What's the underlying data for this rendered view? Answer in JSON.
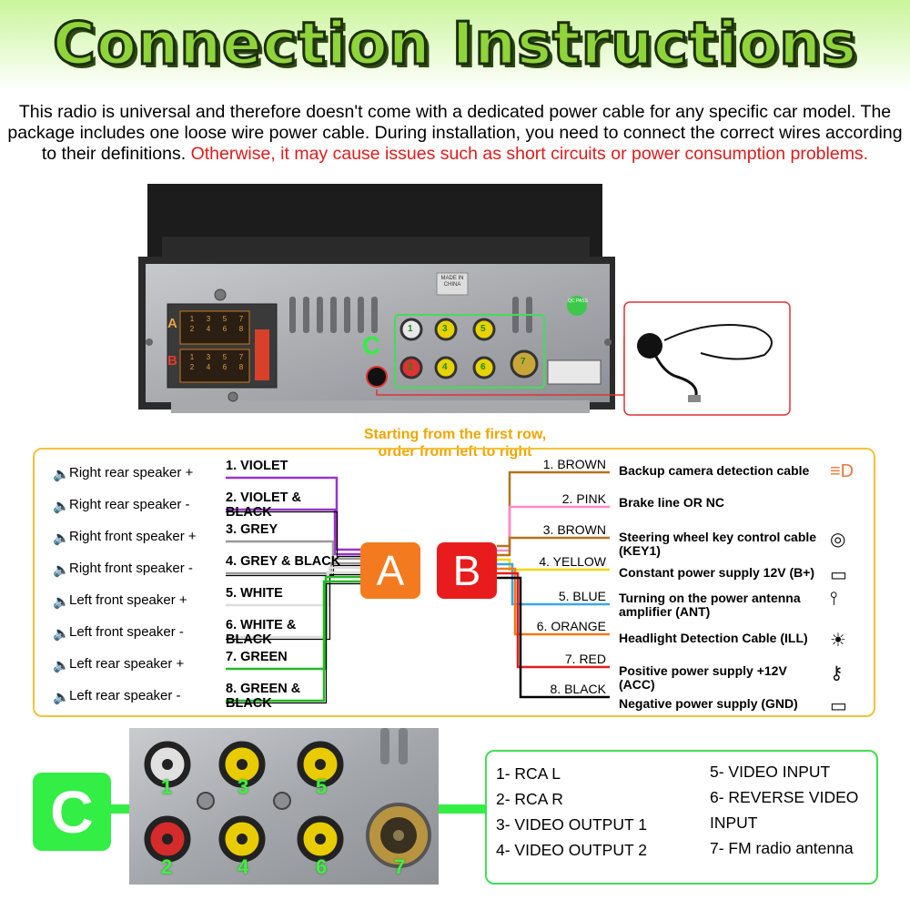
{
  "title": "Connection Instructions",
  "intro": {
    "text": "This radio is universal and therefore doesn't come with a dedicated power cable for any specific car model. The package includes one loose wire power cable. During installation, you need to connect the correct wires according to their definitions. ",
    "warning": "Otherwise, it may cause issues such as short circuits or power consumption problems."
  },
  "unit": {
    "connector_a": "A",
    "connector_b": "B",
    "connector_c": "C",
    "pin_labels_a": [
      "1",
      "3",
      "5",
      "7",
      "2",
      "4",
      "6",
      "8"
    ],
    "pin_labels_b": [
      "1",
      "3",
      "5",
      "7",
      "2",
      "4",
      "6",
      "8"
    ],
    "made_in_label": "MADE IN CHINA",
    "qc_label": "QC PASS"
  },
  "row_note": [
    "Starting from the first row,",
    "order from left to right"
  ],
  "connector_a": {
    "label": "A",
    "color": "#f47a1f",
    "rows": [
      {
        "speaker": "Right rear speaker +",
        "wire": "1. VIOLET",
        "color": "#9933cc",
        "stripe": ""
      },
      {
        "speaker": "Right rear speaker -",
        "wire": "2. VIOLET & BLACK",
        "color": "#9933cc",
        "stripe": "#000000"
      },
      {
        "speaker": "Right front speaker +",
        "wire": "3. GREY",
        "color": "#9a9a9a",
        "stripe": ""
      },
      {
        "speaker": "Right front speaker -",
        "wire": "4. GREY & BLACK",
        "color": "#9a9a9a",
        "stripe": "#000000"
      },
      {
        "speaker": "Left front speaker +",
        "wire": "5. WHITE",
        "color": "#dddddd",
        "stripe": ""
      },
      {
        "speaker": "Left front speaker -",
        "wire": "6. WHITE & BLACK",
        "color": "#dddddd",
        "stripe": "#000000"
      },
      {
        "speaker": "Left rear speaker +",
        "wire": "7. GREEN",
        "color": "#22bb22",
        "stripe": ""
      },
      {
        "speaker": "Left rear speaker -",
        "wire": "8. GREEN & BLACK",
        "color": "#22bb22",
        "stripe": "#000000"
      }
    ]
  },
  "connector_b": {
    "label": "B",
    "color": "#e81c1c",
    "rows": [
      {
        "wire": "1. BROWN",
        "function": "Backup camera detection cable",
        "color": "#b5731d",
        "icon": "headlight-icon"
      },
      {
        "wire": "2. PINK",
        "function": "Brake line OR NC",
        "color": "#ff88cc",
        "icon": ""
      },
      {
        "wire": "3. BROWN",
        "function": "Steering wheel key control cable (KEY1)",
        "color": "#b5731d",
        "icon": "steering-wheel-icon"
      },
      {
        "wire": "4. YELLOW",
        "function": "Constant power supply 12V (B+)",
        "color": "#f2d600",
        "icon": "battery-icon"
      },
      {
        "wire": "5. BLUE",
        "function": "Turning on the power antenna amplifier (ANT)",
        "color": "#3aa6ee",
        "icon": "antenna-icon"
      },
      {
        "wire": "6. ORANGE",
        "function": "Headlight Detection Cable (ILL)",
        "color": "#f07a1a",
        "icon": "sun-icon"
      },
      {
        "wire": "7. RED",
        "function": "Positive power supply +12V (ACC)",
        "color": "#e81c1c",
        "icon": "key-icon"
      },
      {
        "wire": "8. BLACK",
        "function": "Negative power supply (GND)",
        "color": "#000000",
        "icon": "battery-icon"
      }
    ]
  },
  "connector_c": {
    "label": "C",
    "color": "#33ee44",
    "jack_numbers": [
      "1",
      "3",
      "5",
      "2",
      "4",
      "6",
      "7"
    ],
    "items_left": [
      "1-  RCA L",
      "2-  RCA R",
      "3-  VIDEO OUTPUT 1",
      "4-  VIDEO OUTPUT 2"
    ],
    "items_right": [
      "5- VIDEO INPUT",
      "6- REVERSE VIDEO INPUT",
      "7- FM radio antenna"
    ]
  }
}
